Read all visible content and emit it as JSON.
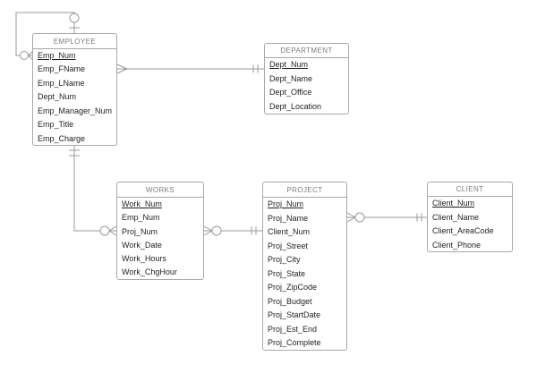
{
  "diagram": {
    "type": "entity-relationship-diagram",
    "notation": "crow-foot"
  },
  "entities": {
    "employee": {
      "title": "EMPLOYEE",
      "fields": [
        "Emp_Num",
        "Emp_FName",
        "Emp_LName",
        "Dept_Num",
        "Emp_Manager_Num",
        "Emp_Title",
        "Emp_Charge"
      ],
      "primary_key": "Emp_Num"
    },
    "department": {
      "title": "DEPARTMENT",
      "fields": [
        "Dept_Num",
        "Dept_Name",
        "Dept_Office",
        "Dept_Location"
      ],
      "primary_key": "Dept_Num"
    },
    "works": {
      "title": "WORKS",
      "fields": [
        "Work_Num",
        "Emp_Num",
        "Proj_Num",
        "Work_Date",
        "Work_Hours",
        "Work_ChgHour"
      ],
      "primary_key": "Work_Num"
    },
    "project": {
      "title": "PROJECT",
      "fields": [
        "Proj_Num",
        "Proj_Name",
        "Client_Num",
        "Proj_Street",
        "Proj_City",
        "Proj_State",
        "Proj_ZipCode",
        "Proj_Budget",
        "Proj_StartDate",
        "Proj_Est_End",
        "Proj_Complete"
      ],
      "primary_key": "Proj_Num"
    },
    "client": {
      "title": "CLIENT",
      "fields": [
        "Client_Num",
        "Client_Name",
        "Client_AreaCode",
        "Client_Phone"
      ],
      "primary_key": "Client_Num"
    }
  },
  "relationships": [
    {
      "from": "EMPLOYEE",
      "to": "EMPLOYEE",
      "from_cardinality": "zero-or-many",
      "to_cardinality": "zero-or-one"
    },
    {
      "from": "EMPLOYEE",
      "to": "DEPARTMENT",
      "from_cardinality": "many",
      "to_cardinality": "exactly-one"
    },
    {
      "from": "EMPLOYEE",
      "to": "WORKS",
      "from_cardinality": "exactly-one",
      "to_cardinality": "zero-or-many"
    },
    {
      "from": "WORKS",
      "to": "PROJECT",
      "from_cardinality": "zero-or-many",
      "to_cardinality": "exactly-one"
    },
    {
      "from": "PROJECT",
      "to": "CLIENT",
      "from_cardinality": "zero-or-many",
      "to_cardinality": "exactly-one"
    }
  ],
  "colors": {
    "line": "#999999",
    "entity_border": "#a8a8a8",
    "title_text": "#7d7d7d",
    "field_text": "#1f1f1f",
    "background": "#ffffff"
  }
}
